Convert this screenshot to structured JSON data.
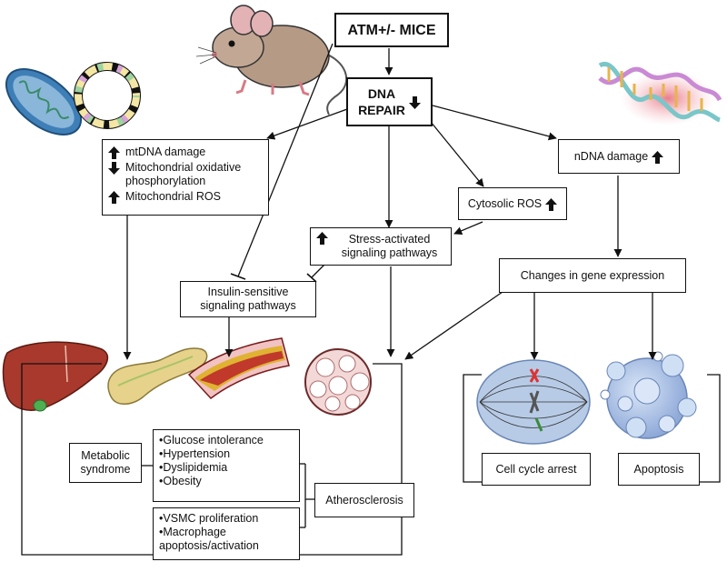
{
  "top": {
    "title": "ATM+/- MICE"
  },
  "dna_repair": {
    "line1": "DNA",
    "line2": "REPAIR"
  },
  "mito_box": {
    "items": [
      {
        "text": "mtDNA damage",
        "arrow": "up"
      },
      {
        "text": "Mitochondrial oxidative phosphorylation",
        "arrow": "down"
      },
      {
        "text": "Mitochondrial ROS",
        "arrow": "up"
      }
    ]
  },
  "cytosolic_ros": {
    "text": "Cytosolic ROS"
  },
  "ndna_damage": {
    "text": "nDNA damage"
  },
  "stress_pathways": {
    "text": "Stress-activated signaling pathways"
  },
  "insulin_pathways": {
    "text": "Insulin-sensitive signaling pathways"
  },
  "gene_expression": {
    "text": "Changes in gene expression"
  },
  "metabolic_syndrome": {
    "text": "Metabolic syndrome"
  },
  "syndrome_list": [
    "Glucose intolerance",
    "Hypertension",
    "Dyslipidemia",
    "Obesity"
  ],
  "athero_list": [
    "VSMC proliferation",
    "Macrophage apoptosis/activation"
  ],
  "atherosclerosis": {
    "text": "Atherosclerosis"
  },
  "cell_cycle": {
    "text": "Cell cycle arrest"
  },
  "apoptosis": {
    "text": "Apoptosis"
  },
  "colors": {
    "line": "#111111",
    "liver": "#a8392c",
    "pancreas": "#e6d28a",
    "artery": "#c0392b",
    "adipose": "#f3d8d8",
    "dna_helix": "#7ac6c9",
    "spindle": "#b7cbe6",
    "apoptotic_cell": "#a9c1e6"
  }
}
